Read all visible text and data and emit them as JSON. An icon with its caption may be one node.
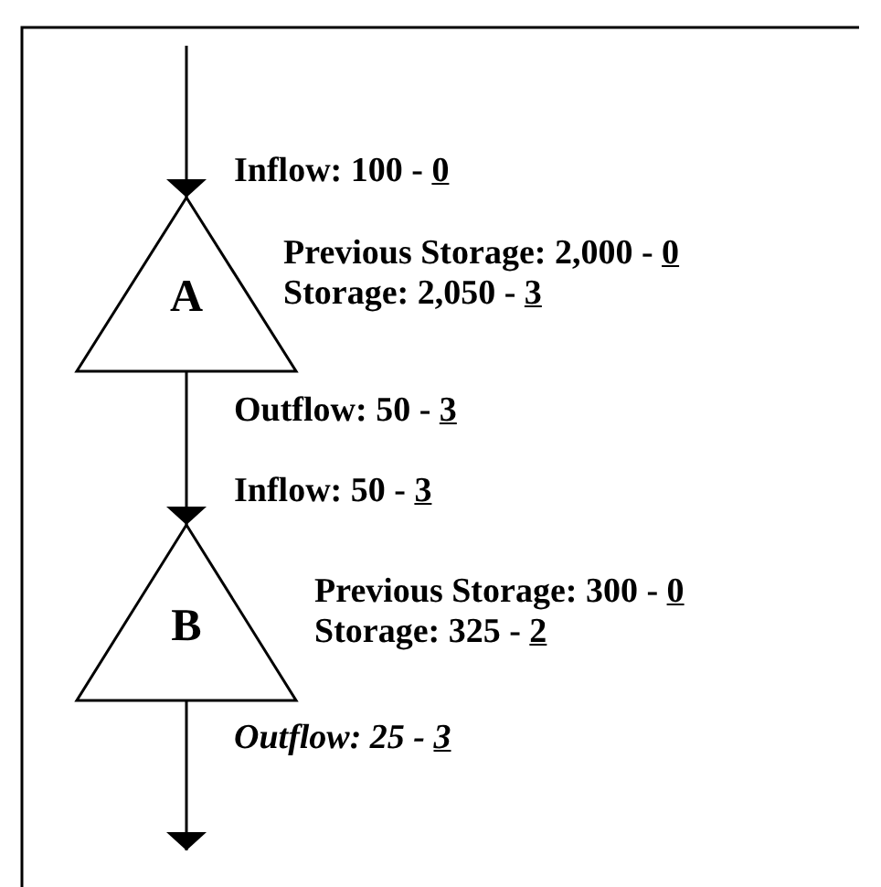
{
  "diagram": {
    "nodes": [
      {
        "text": [
          "A"
        ],
        "beside": [
          "Inflow: 100 - 0",
          "Previous Storage: 2,000 - 0",
          "Storage: 2,050 - 3",
          "Outflow: 50 - 3"
        ]
      },
      {
        "text": [
          "B"
        ],
        "beside": [
          "Inflow: 50 - 3",
          "Previous Storage: 300 - 0",
          "Storage: 325 - 2",
          "Outflow: 25 - 3"
        ]
      }
    ],
    "edges": [
      {
        "from": null,
        "to": 0,
        "arrow": "to"
      },
      {
        "from": 0,
        "to": 1,
        "arrow": "to"
      },
      {
        "from": 1,
        "to": null,
        "arrow": "to"
      }
    ]
  }
}
